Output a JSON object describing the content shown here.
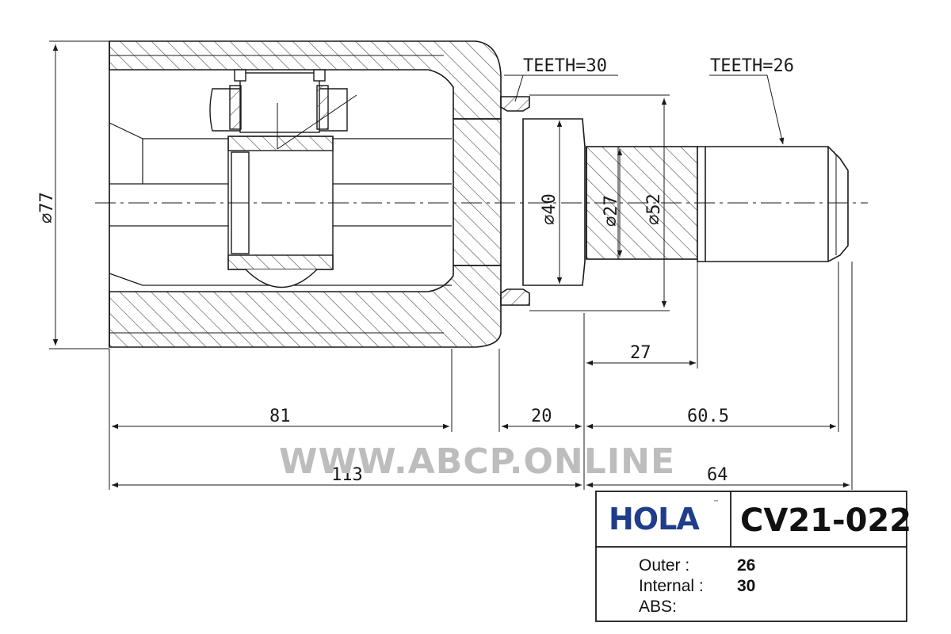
{
  "dimensions": {
    "outer_diameter": "⌀77",
    "bore_diameter": "⌀40",
    "spline_diameter": "⌀27",
    "flange_diameter": "⌀52",
    "length_81": "81",
    "length_113": "113",
    "length_20": "20",
    "length_27": "27",
    "length_60_5": "60.5",
    "length_64": "64"
  },
  "callouts": {
    "teeth_internal": "TEETH=30",
    "teeth_outer": "TEETH=26"
  },
  "watermark": "WWW.ABCP.ONLINE",
  "title_block": {
    "brand": "HOLA",
    "trademark": "™",
    "part_number": "CV21-022",
    "specs": [
      {
        "label": "Outer :",
        "value": "26"
      },
      {
        "label": "Internal :",
        "value": "30"
      },
      {
        "label": "ABS:",
        "value": ""
      }
    ]
  },
  "colors": {
    "line": "#1a1a1a",
    "hatch": "#555555",
    "brand": "#1f3d8a",
    "watermark": "#bdbdbd"
  }
}
